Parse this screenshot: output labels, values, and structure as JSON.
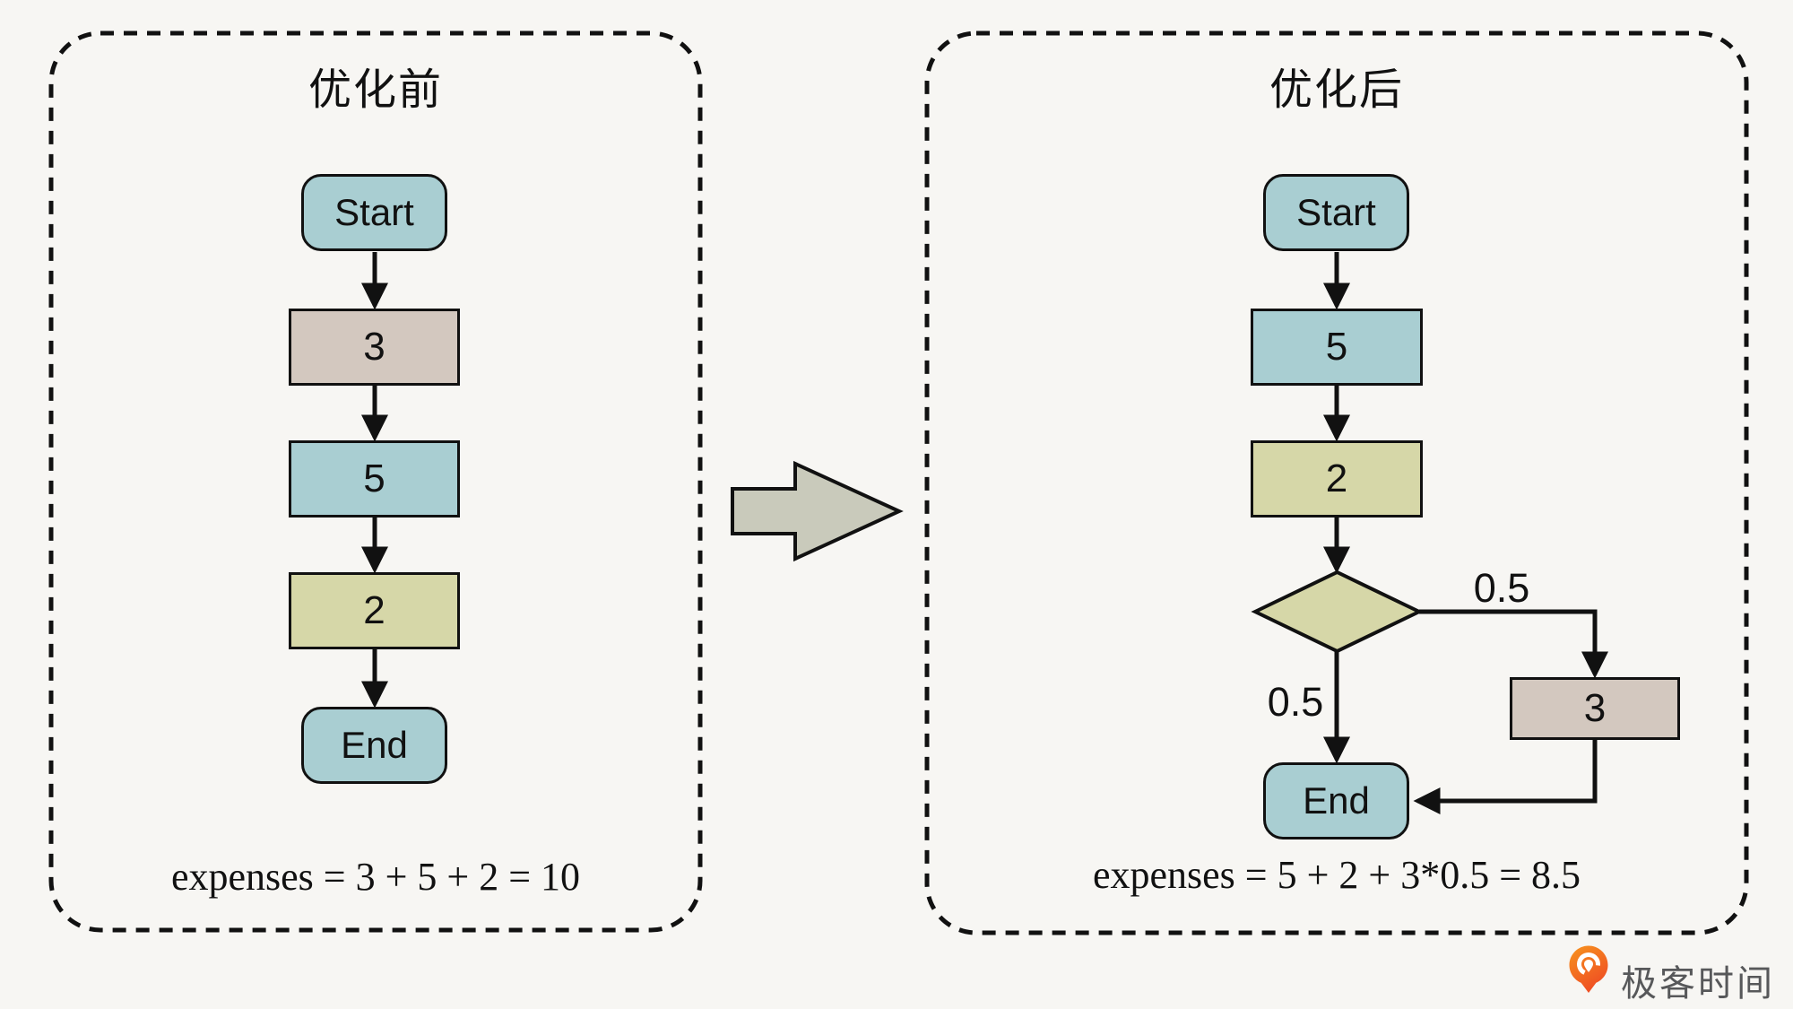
{
  "background_color": "#f7f6f3",
  "panels": {
    "before": {
      "title": "优化前",
      "nodes": {
        "start": "Start",
        "cost3": "3",
        "cost5": "5",
        "cost2": "2",
        "end": "End"
      },
      "flow": [
        "Start",
        "3",
        "5",
        "2",
        "End"
      ],
      "formula": "expenses = 3 + 5 + 2 = 10"
    },
    "after": {
      "title": "优化后",
      "nodes": {
        "start": "Start",
        "cost5": "5",
        "cost2": "2",
        "cost3": "3",
        "end": "End"
      },
      "flow": [
        "Start",
        "5",
        "2",
        "decision",
        "End"
      ],
      "edge_labels": {
        "branch_right": "0.5",
        "branch_down": "0.5"
      },
      "formula": "expenses = 5 + 2 + 3*0.5 = 8.5"
    }
  },
  "colors": {
    "node_teal": "#a9ced2",
    "node_tan": "#d3c8bf",
    "node_olive": "#d6d7a8",
    "transform_arrow_fill": "#c9cabb",
    "line": "#111111",
    "logo_orange": "#f15a24",
    "logo_text_gray": "#57585a"
  },
  "logo": {
    "text": "极客时间"
  }
}
